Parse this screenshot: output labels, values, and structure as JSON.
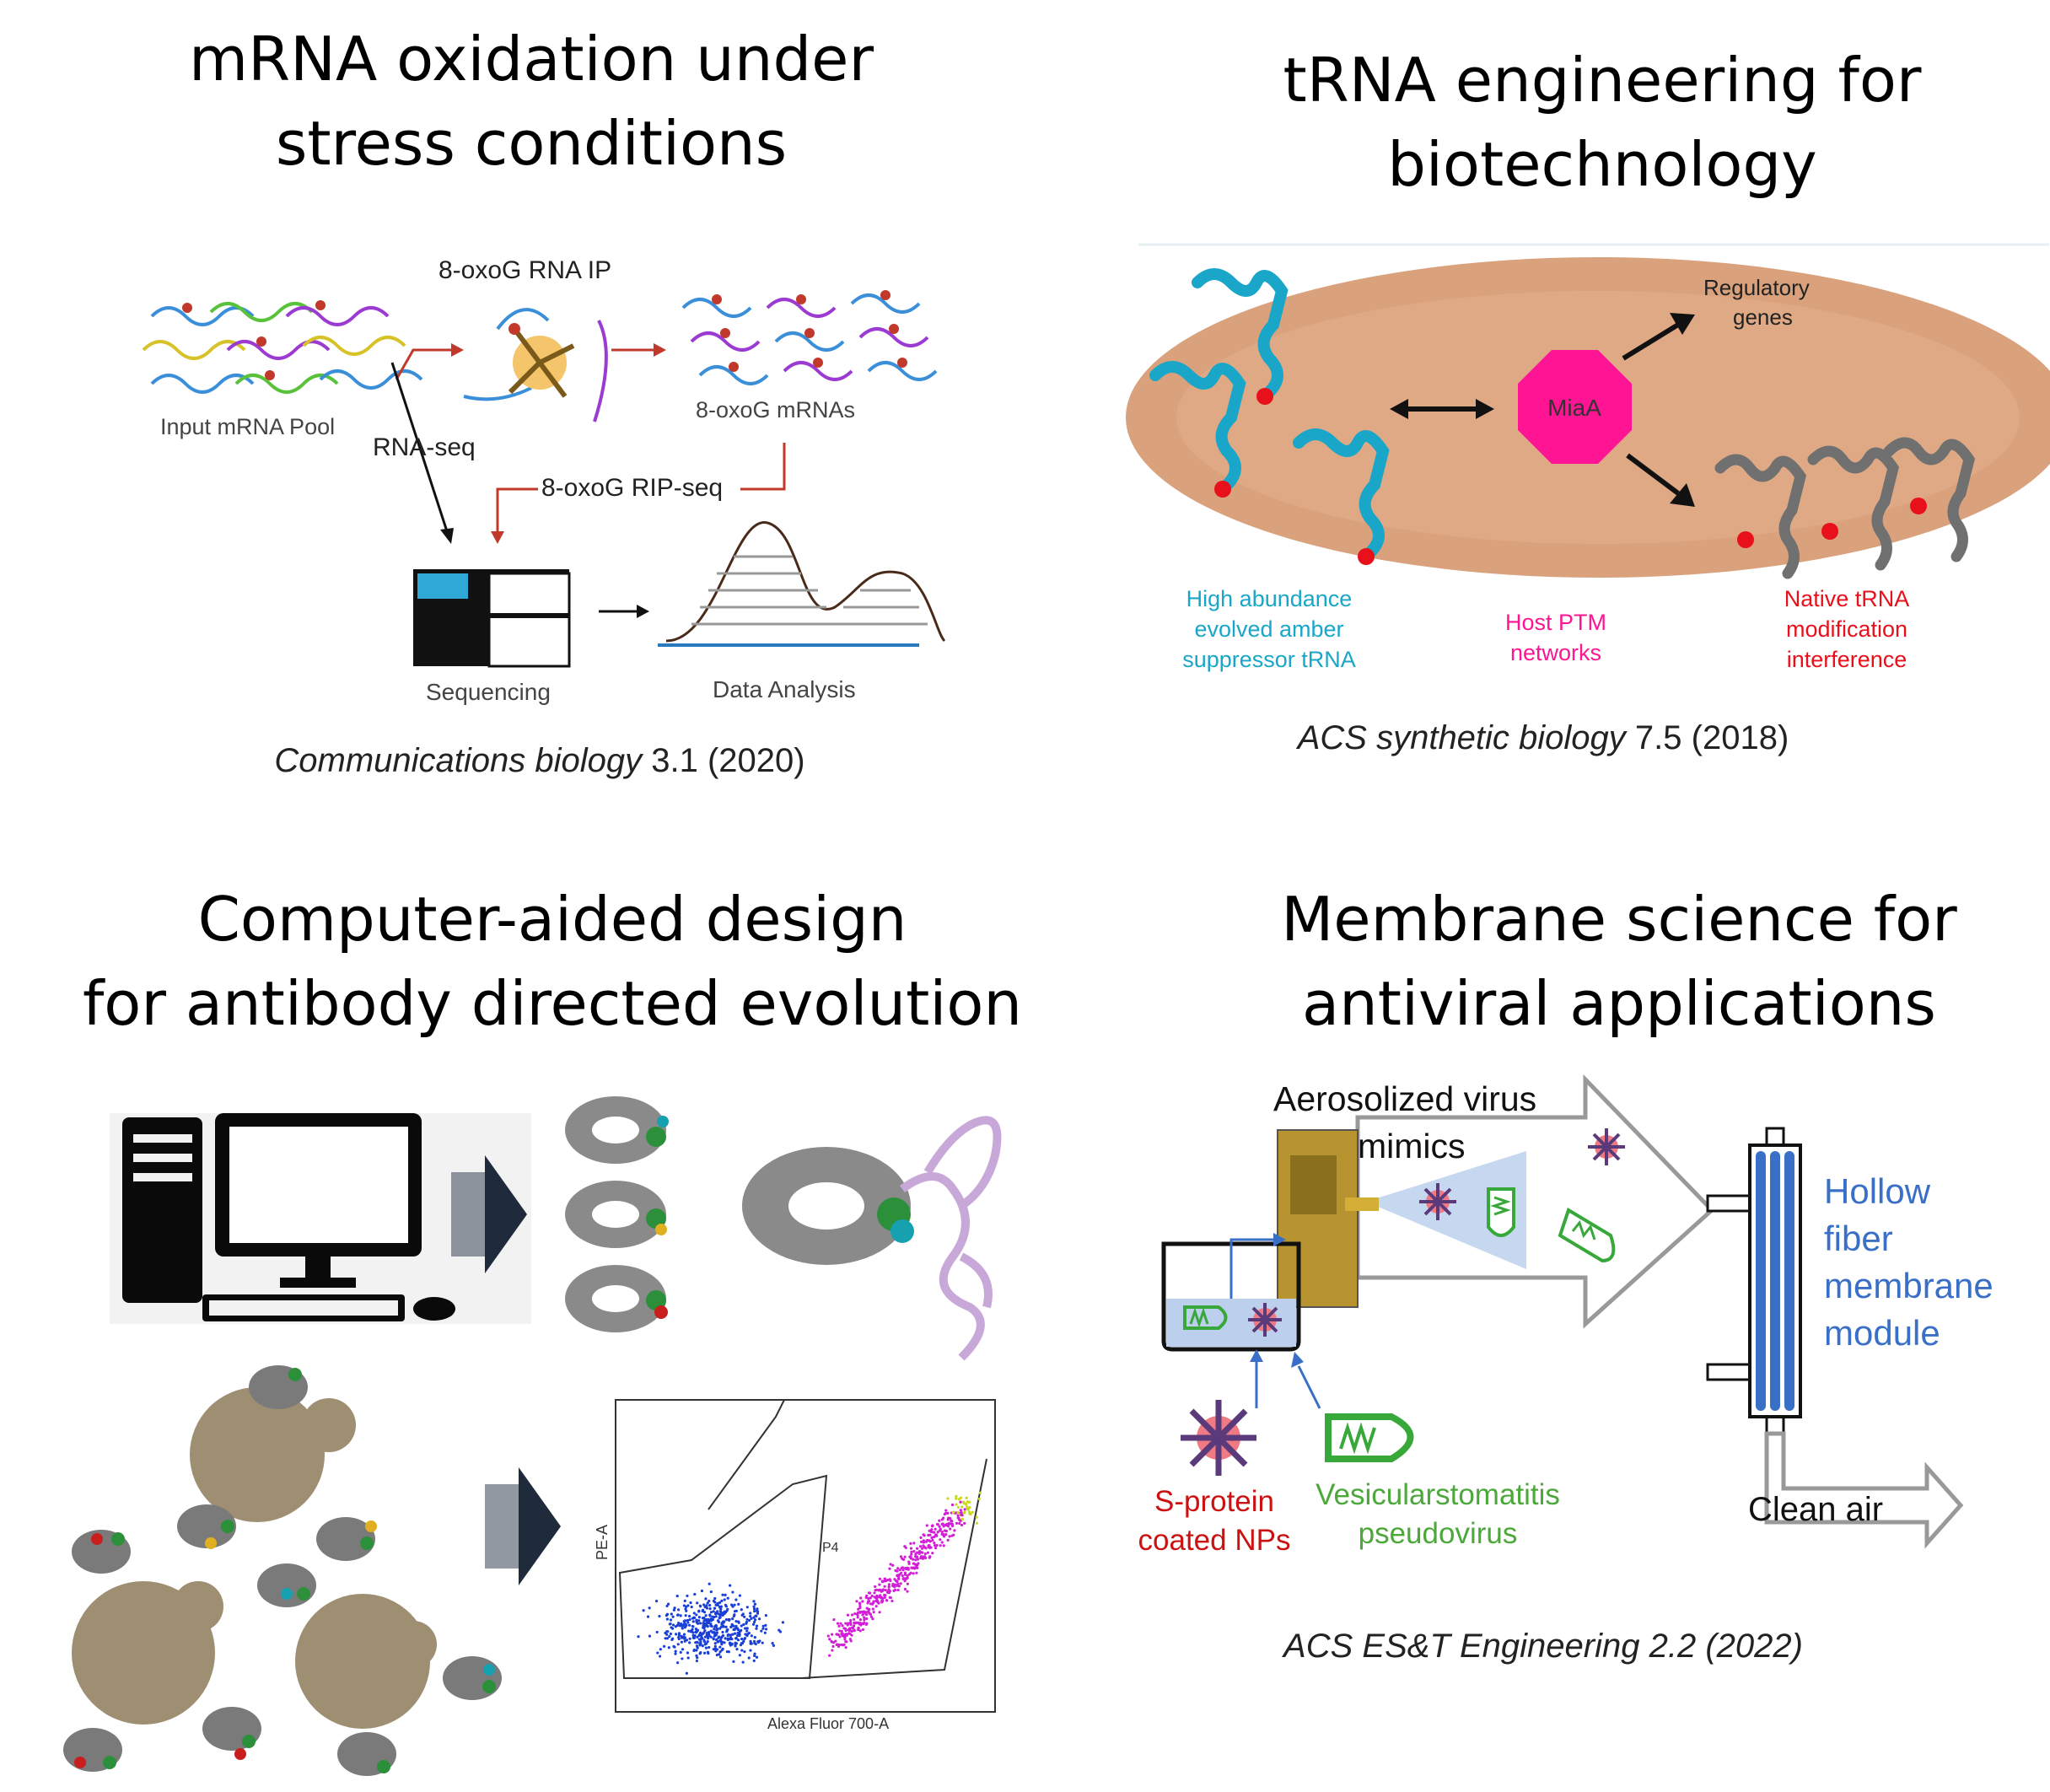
{
  "panels": {
    "mrna": {
      "title_line1": "mRNA oxidation under",
      "title_line2": "stress conditions",
      "labels": {
        "ip": "8-oxoG RNA IP",
        "input_pool": "Input mRNA Pool",
        "rna_seq": "RNA-seq",
        "oxog_mrnas": "8-oxoG mRNAs",
        "rip_seq": "8-oxoG RIP-seq",
        "sequencing": "Sequencing",
        "data_analysis": "Data Analysis"
      },
      "citation_journal": "Communications biology",
      "citation_rest": " 3.1 (2020)"
    },
    "trna": {
      "title_line1": "tRNA engineering for",
      "title_line2": "biotechnology",
      "labels": {
        "miaa": "MiaA",
        "regulatory_1": "Regulatory",
        "regulatory_2": "genes",
        "high_1": "High abundance",
        "high_2": "evolved amber",
        "high_3": "suppressor tRNA",
        "host_1": "Host PTM",
        "host_2": "networks",
        "native_1": "Native tRNA",
        "native_2": "modification",
        "native_3": "interference"
      },
      "citation_journal": "ACS synthetic biology",
      "citation_rest": " 7.5 (2018)"
    },
    "antibody": {
      "title_line1": "Computer-aided design",
      "title_line2": "for antibody directed evolution",
      "plot_labels": {
        "y_axis": "PE-A",
        "x_axis": "Alexa Fluor 700-A",
        "gate": "P4"
      }
    },
    "membrane": {
      "title_line1": "Membrane science for",
      "title_line2": "antiviral applications",
      "labels": {
        "aerosol_1": "Aerosolized virus",
        "aerosol_2": "mimics",
        "hollow_1": "Hollow",
        "hollow_2": "fiber",
        "hollow_3": "membrane",
        "hollow_4": "module",
        "sprotein_1": "S-protein",
        "sprotein_2": "coated NPs",
        "vsv_1": "Vesicularstomatitis",
        "vsv_2": "pseudovirus",
        "clean_air": "Clean air"
      },
      "citation": "ACS ES&T Engineering 2.2 (2022)"
    }
  },
  "colors": {
    "red_arrow": "#c0392b",
    "trna_cyan": "#1aa6c9",
    "miaa_magenta": "#ff1493",
    "native_red": "#e8101a",
    "ellipse_tan": "#d9a27d",
    "membrane_blue": "#3a6fc8",
    "vsv_green": "#38a83a",
    "np_red": "#cc1111",
    "yeast_tan": "#9e8e72"
  }
}
